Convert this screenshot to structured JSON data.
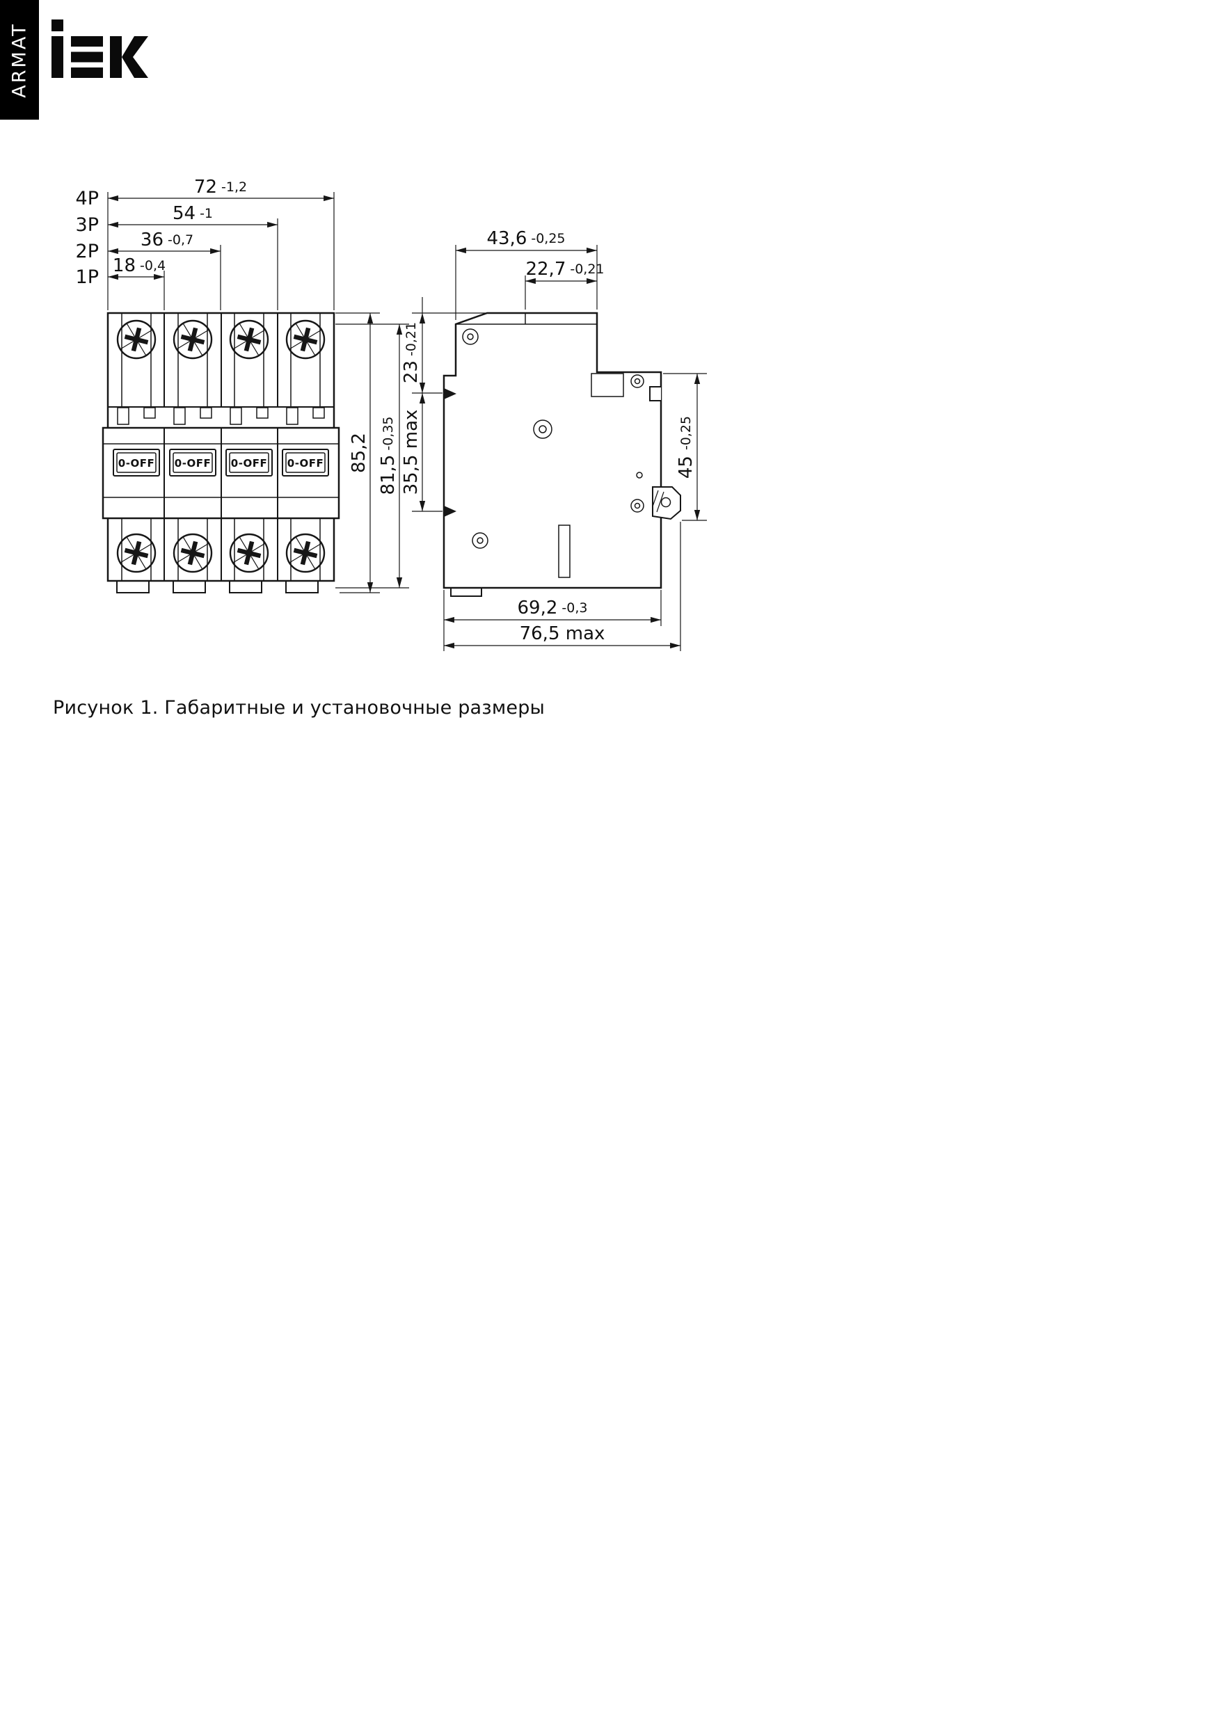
{
  "brand": {
    "logo_text": "IEK",
    "series_vertical_label": "ARMAT"
  },
  "figure": {
    "caption": "Рисунок 1. Габаритные и установочные размеры"
  },
  "front_view": {
    "toggle_label": "0-OFF",
    "pole_width_dims": [
      {
        "pole_label": "4P",
        "value": "72",
        "tolerance": "-1,2"
      },
      {
        "pole_label": "3P",
        "value": "54",
        "tolerance": "-1"
      },
      {
        "pole_label": "2P",
        "value": "36",
        "tolerance": "-0,7"
      },
      {
        "pole_label": "1P",
        "value": "18",
        "tolerance": "-0,4"
      }
    ],
    "height_dims": {
      "overall": {
        "value": "85,2"
      },
      "body": {
        "value": "81,5",
        "tolerance": "-0,35"
      },
      "upper_section": {
        "value": "23",
        "tolerance": "-0,21"
      },
      "face_section": {
        "value": "35,5 max"
      }
    }
  },
  "side_view": {
    "top_dims": {
      "upper_depth": {
        "value": "43,6",
        "tolerance": "-0,25"
      },
      "cap_depth": {
        "value": "22,7",
        "tolerance": "-0,21"
      }
    },
    "rail_seat_dim": {
      "value": "45",
      "tolerance": "-0,25"
    },
    "bottom_dims": {
      "body_depth": {
        "value": "69,2",
        "tolerance": "-0,3"
      },
      "max_depth": {
        "value": "76,5 max"
      }
    }
  }
}
